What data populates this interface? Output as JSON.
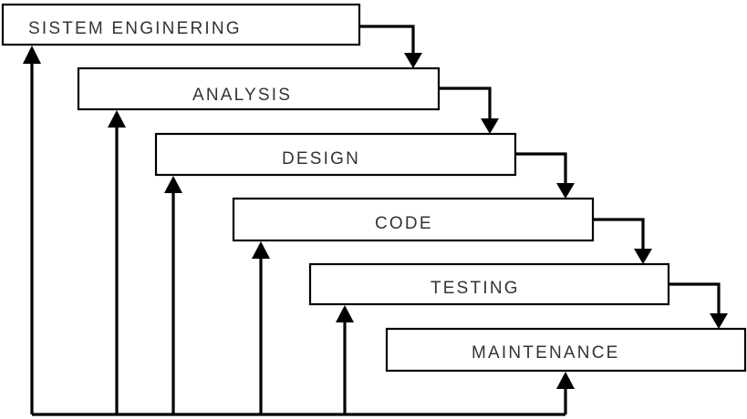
{
  "diagram": {
    "stages": [
      {
        "id": "sistem-engineering",
        "label": "SISTEM ENGINERING"
      },
      {
        "id": "analysis",
        "label": "ANALYSIS"
      },
      {
        "id": "design",
        "label": "DESIGN"
      },
      {
        "id": "code",
        "label": "CODE"
      },
      {
        "id": "testing",
        "label": "TESTING"
      },
      {
        "id": "maintenance",
        "label": "MAINTENANCE"
      }
    ]
  },
  "colors": {
    "stroke": "#000000",
    "text": "#333333",
    "background": "#ffffff"
  }
}
